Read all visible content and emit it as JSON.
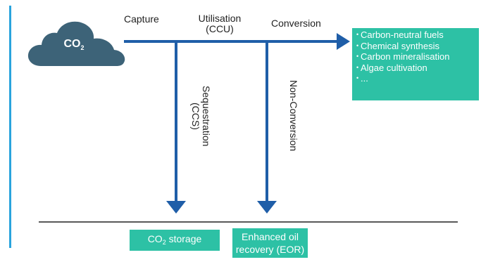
{
  "cloud": {
    "main": "CO",
    "sub": "2"
  },
  "labels": {
    "capture": "Capture",
    "utilisation_line1": "Utilisation",
    "utilisation_line2": "(CCU)",
    "conversion": "Conversion",
    "sequestration_line1": "Sequestration",
    "sequestration_line2": "(CCS)",
    "non_conversion": "Non-Conversion"
  },
  "conversion_outputs": [
    "Carbon-neutral fuels",
    "Chemical synthesis",
    "Carbon mineralisation",
    "Algae cultivation",
    "..."
  ],
  "storage_box": {
    "prefix": "CO",
    "sub": "2",
    "suffix": " storage"
  },
  "eor_box": {
    "line1": "Enhanced oil",
    "line2": "recovery (EOR)"
  },
  "colors": {
    "arrow": "#1f5ea8",
    "cloud": "#3d6378",
    "box": "#2dc1a5",
    "left_bar": "#2aa4dd",
    "ground_line": "#222222"
  }
}
